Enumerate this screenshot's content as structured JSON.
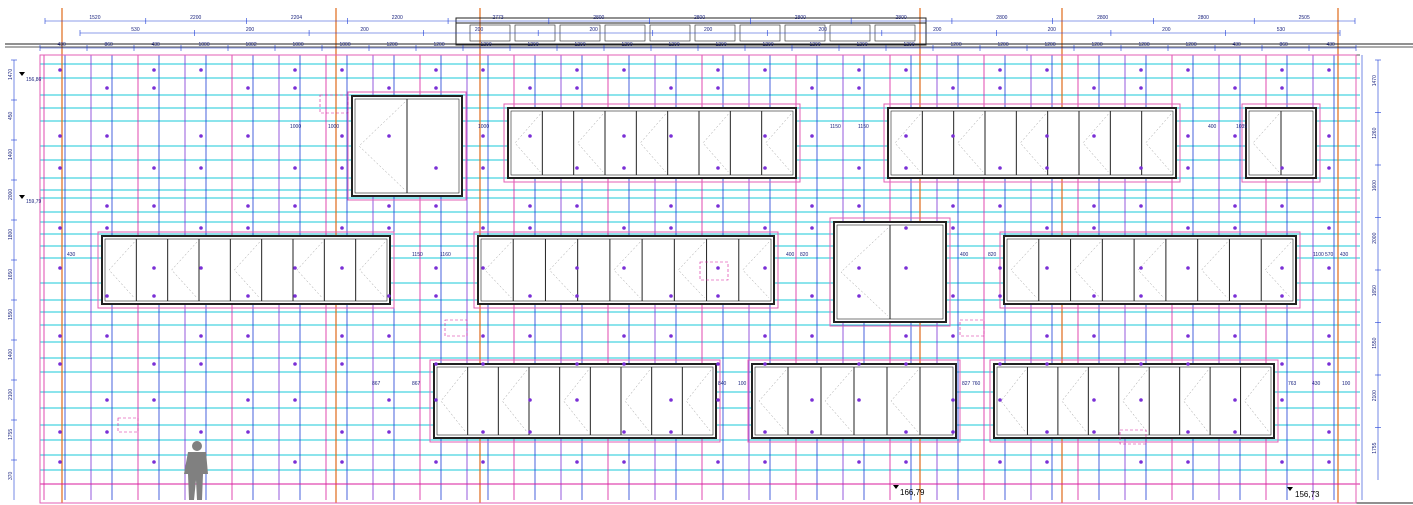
{
  "drawing": {
    "top_dimensions_row1": [
      "1520",
      "2200",
      "2204",
      "2200",
      "2773",
      "2800",
      "2800",
      "2800",
      "2800",
      "2800",
      "2800",
      "2800",
      "2505"
    ],
    "top_dimensions_row2": [
      "530",
      "200",
      "200",
      "200",
      "200",
      "200",
      "200",
      "200",
      "200",
      "200",
      "530"
    ],
    "top_dimensions_row3": [
      "430",
      "860",
      "430",
      "1000",
      "1002",
      "1000",
      "1000",
      "1200",
      "1200",
      "1200",
      "1200",
      "1200",
      "1200",
      "1200",
      "1200",
      "1200",
      "1200",
      "1200",
      "1200",
      "1200",
      "1200",
      "1200",
      "1200",
      "1200",
      "1200",
      "430",
      "860",
      "430"
    ],
    "left_dimensions": [
      "1470",
      "450",
      "1400",
      "2000",
      "1800",
      "1650",
      "1550",
      "1400",
      "2100",
      "1755",
      "370"
    ],
    "right_dimensions": [
      "1470",
      "1260",
      "1600",
      "2000",
      "1650",
      "1550",
      "2100",
      "1755"
    ],
    "left_elevation": "156,86",
    "left_elevation_2": "159,79",
    "bottom_elevation_1": "166,79",
    "bottom_elevation_2": "156,73",
    "opening_labels": [
      "1000",
      "1000",
      "1150",
      "1150",
      "1000",
      "400",
      "1035",
      "1150",
      "1160",
      "430",
      "400",
      "820",
      "400",
      "820",
      "1100",
      "570",
      "430",
      "867",
      "867",
      "840",
      "100",
      "827",
      "760",
      "763",
      "430",
      "100"
    ],
    "colors": {
      "grid_cyan": "#18c8d8",
      "magenta": "#d81b9c",
      "blue": "#1a3bd6",
      "orange": "#e06a1a",
      "purple": "#7a2fd6",
      "pink_box": "#e35fb6",
      "outline": "#222222"
    }
  }
}
